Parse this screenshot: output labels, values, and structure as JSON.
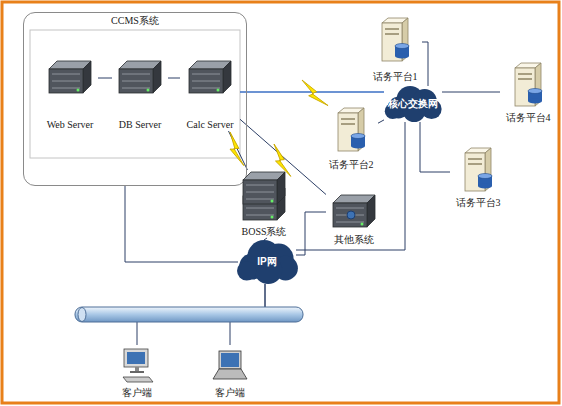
{
  "diagram": {
    "nodes": [
      {
        "text": [
          "CCMS系统"
        ]
      },
      {
        "text": [
          "Web Server"
        ],
        "in": 0
      },
      {
        "text": [
          "DB Server"
        ],
        "in": 0
      },
      {
        "text": [
          "Calc Server"
        ],
        "in": 0
      },
      {
        "text": [
          "话务平台1"
        ]
      },
      {
        "text": [
          "核心交换网"
        ]
      },
      {
        "text": [
          "话务平台4"
        ]
      },
      {
        "text": [
          "话务平台2"
        ]
      },
      {
        "text": [
          "话务平台3"
        ]
      },
      {
        "text": [
          "BOSS系统"
        ]
      },
      {
        "text": [
          "其他系统"
        ]
      },
      {
        "text": [
          "IP网"
        ]
      },
      {
        "text": [
          "客户端"
        ]
      },
      {
        "text": [
          "客户端"
        ]
      }
    ],
    "edges": [
      {
        "from": 1,
        "to": 2,
        "arrow": "none"
      },
      {
        "from": 2,
        "to": 3,
        "arrow": "none"
      },
      {
        "from": 3,
        "to": 5,
        "arrow": "none"
      },
      {
        "from": 4,
        "to": 5,
        "arrow": "none"
      },
      {
        "from": 6,
        "to": 5,
        "arrow": "none"
      },
      {
        "from": 7,
        "to": 5,
        "arrow": "none"
      },
      {
        "from": 8,
        "to": 5,
        "arrow": "none"
      },
      {
        "from": 3,
        "to": 9,
        "arrow": "none"
      },
      {
        "from": 3,
        "to": 10,
        "arrow": "none"
      },
      {
        "from": 0,
        "to": 11,
        "arrow": "none"
      },
      {
        "from": 9,
        "to": 11,
        "arrow": "none"
      },
      {
        "from": 10,
        "to": 11,
        "arrow": "none"
      },
      {
        "from": 5,
        "to": 11,
        "arrow": "none"
      },
      {
        "from": 11,
        "to": 12,
        "arrow": "none"
      },
      {
        "from": 11,
        "to": 13,
        "arrow": "none"
      }
    ]
  }
}
